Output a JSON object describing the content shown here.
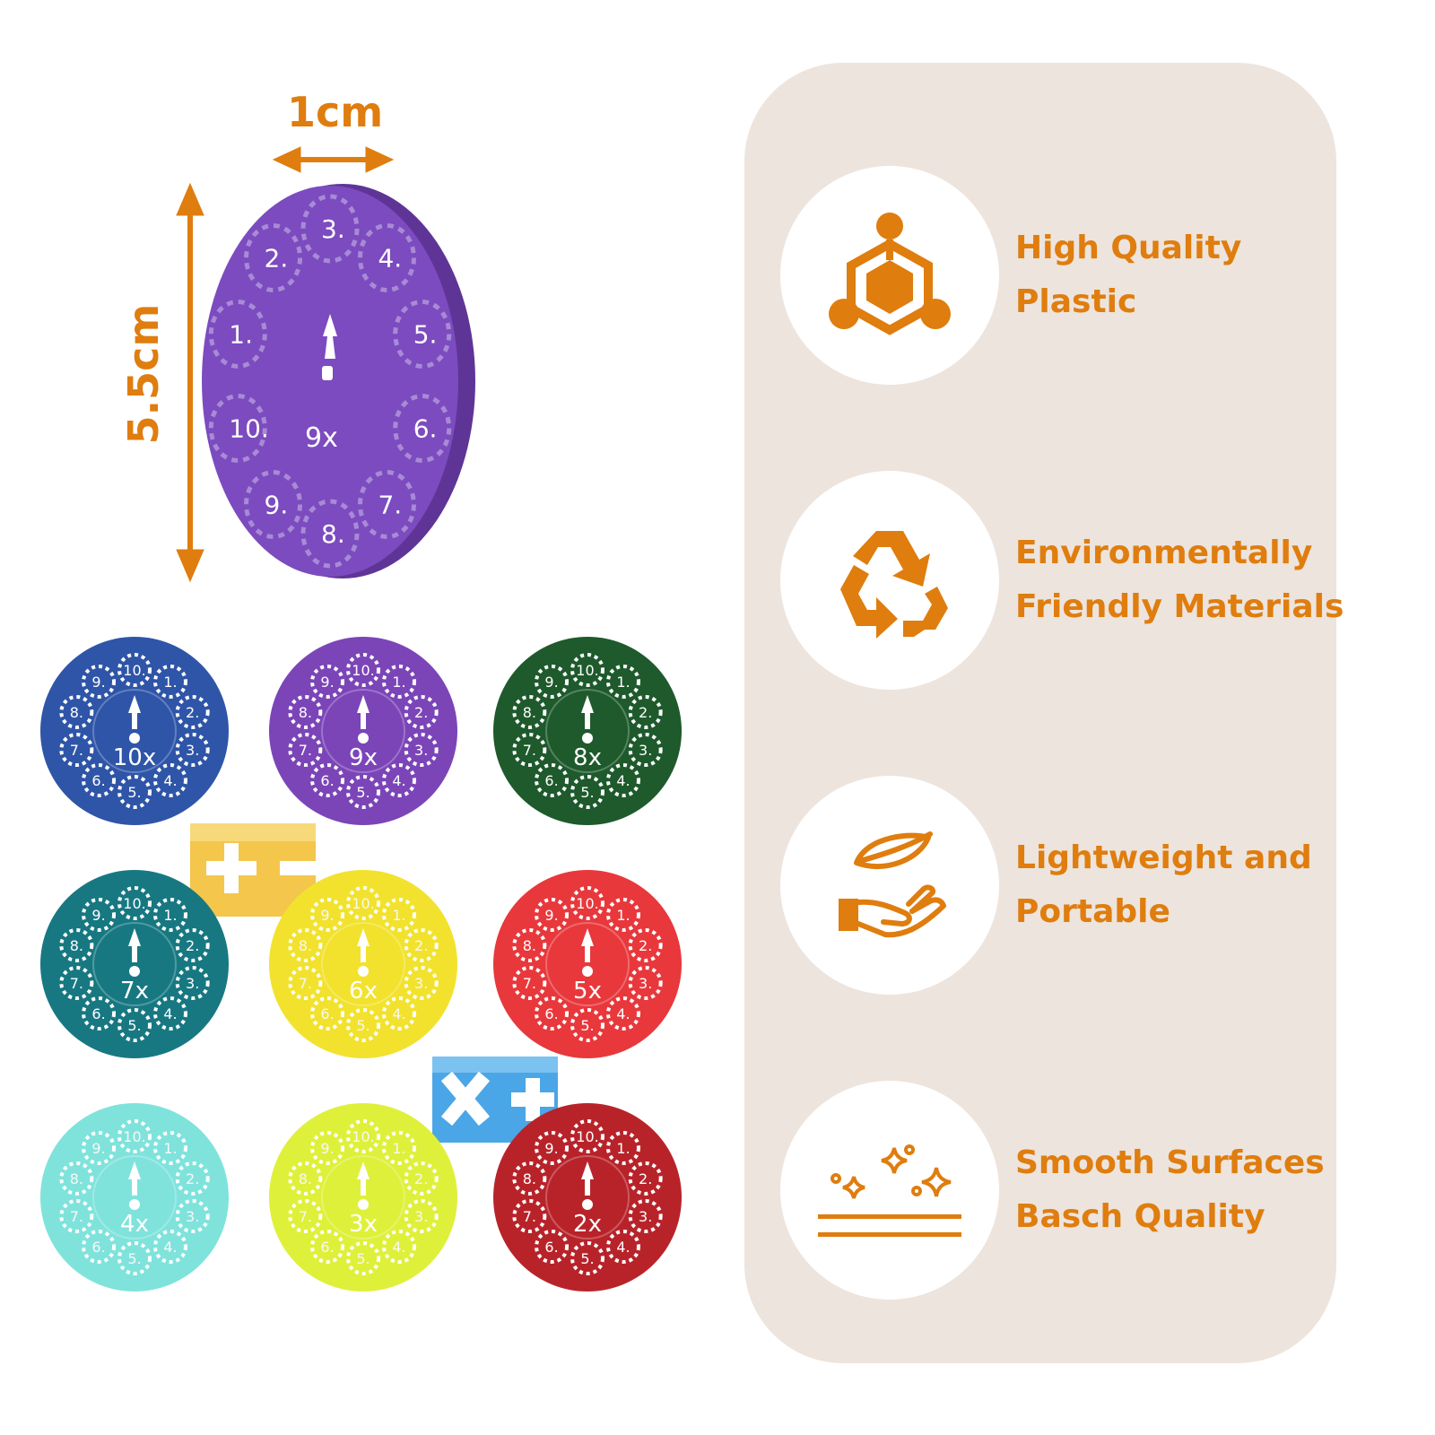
{
  "dimensions": {
    "width": "1cm",
    "height": "5.5cm"
  },
  "big_disc": {
    "label": "9x",
    "color": "#7c4bbf",
    "numbers": [
      "1.",
      "2.",
      "3.",
      "4.",
      "5.",
      "6.",
      "7.",
      "8.",
      "9.",
      "10."
    ]
  },
  "features": [
    {
      "icon": "molecule-icon",
      "line1": "High Quality",
      "line2": "Plastic"
    },
    {
      "icon": "recycle-icon",
      "line1": "Environmentally",
      "line2": "Friendly Materials"
    },
    {
      "icon": "leaf-hand-icon",
      "line1": "Lightweight and",
      "line2": "Portable"
    },
    {
      "icon": "sparkle-surface-icon",
      "line1": "Smooth Surfaces",
      "line2": "Basch Quality"
    }
  ],
  "disc_grid": [
    {
      "label": "10x",
      "color": "#2f55a8"
    },
    {
      "label": "9x",
      "color": "#7b45b8"
    },
    {
      "label": "8x",
      "color": "#1e5a2c"
    },
    {
      "label": "7x",
      "color": "#177882"
    },
    {
      "label": "6x",
      "color": "#f2e22e"
    },
    {
      "label": "5x",
      "color": "#e8383c"
    },
    {
      "label": "4x",
      "color": "#7fe3dc"
    },
    {
      "label": "3x",
      "color": "#dff03a"
    },
    {
      "label": "2x",
      "color": "#b8232a"
    }
  ],
  "disc_numbers": [
    "10.",
    "1.",
    "2.",
    "3.",
    "4.",
    "5.",
    "6.",
    "7.",
    "8.",
    "9."
  ],
  "colors": {
    "accent": "#df7d0e",
    "panel": "#ede4dd"
  }
}
